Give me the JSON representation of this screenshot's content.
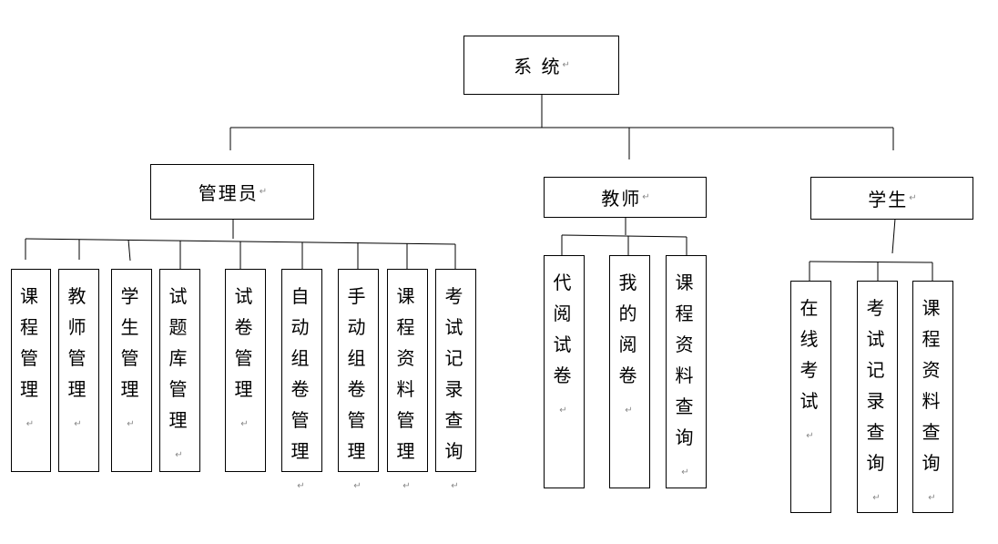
{
  "diagram": {
    "root": {
      "label": "系 统"
    },
    "roles": [
      {
        "label": "管理员",
        "items": [
          {
            "label": "课程管理"
          },
          {
            "label": "教师管理"
          },
          {
            "label": "学生管理"
          },
          {
            "label": "试题库管理"
          },
          {
            "label": "试卷管理"
          },
          {
            "label": "自动组卷管理"
          },
          {
            "label": "手动组卷管理"
          },
          {
            "label": "课程资料管理"
          },
          {
            "label": "考试记录查询"
          }
        ]
      },
      {
        "label": "教师",
        "items": [
          {
            "label": "代阅试卷"
          },
          {
            "label": "我的阅卷"
          },
          {
            "label": "课程资料查询"
          }
        ]
      },
      {
        "label": "学生",
        "items": [
          {
            "label": "在线考试"
          },
          {
            "label": "考试记录查询"
          },
          {
            "label": "课程资料查询"
          }
        ]
      }
    ],
    "paragraph_mark": "↵"
  }
}
